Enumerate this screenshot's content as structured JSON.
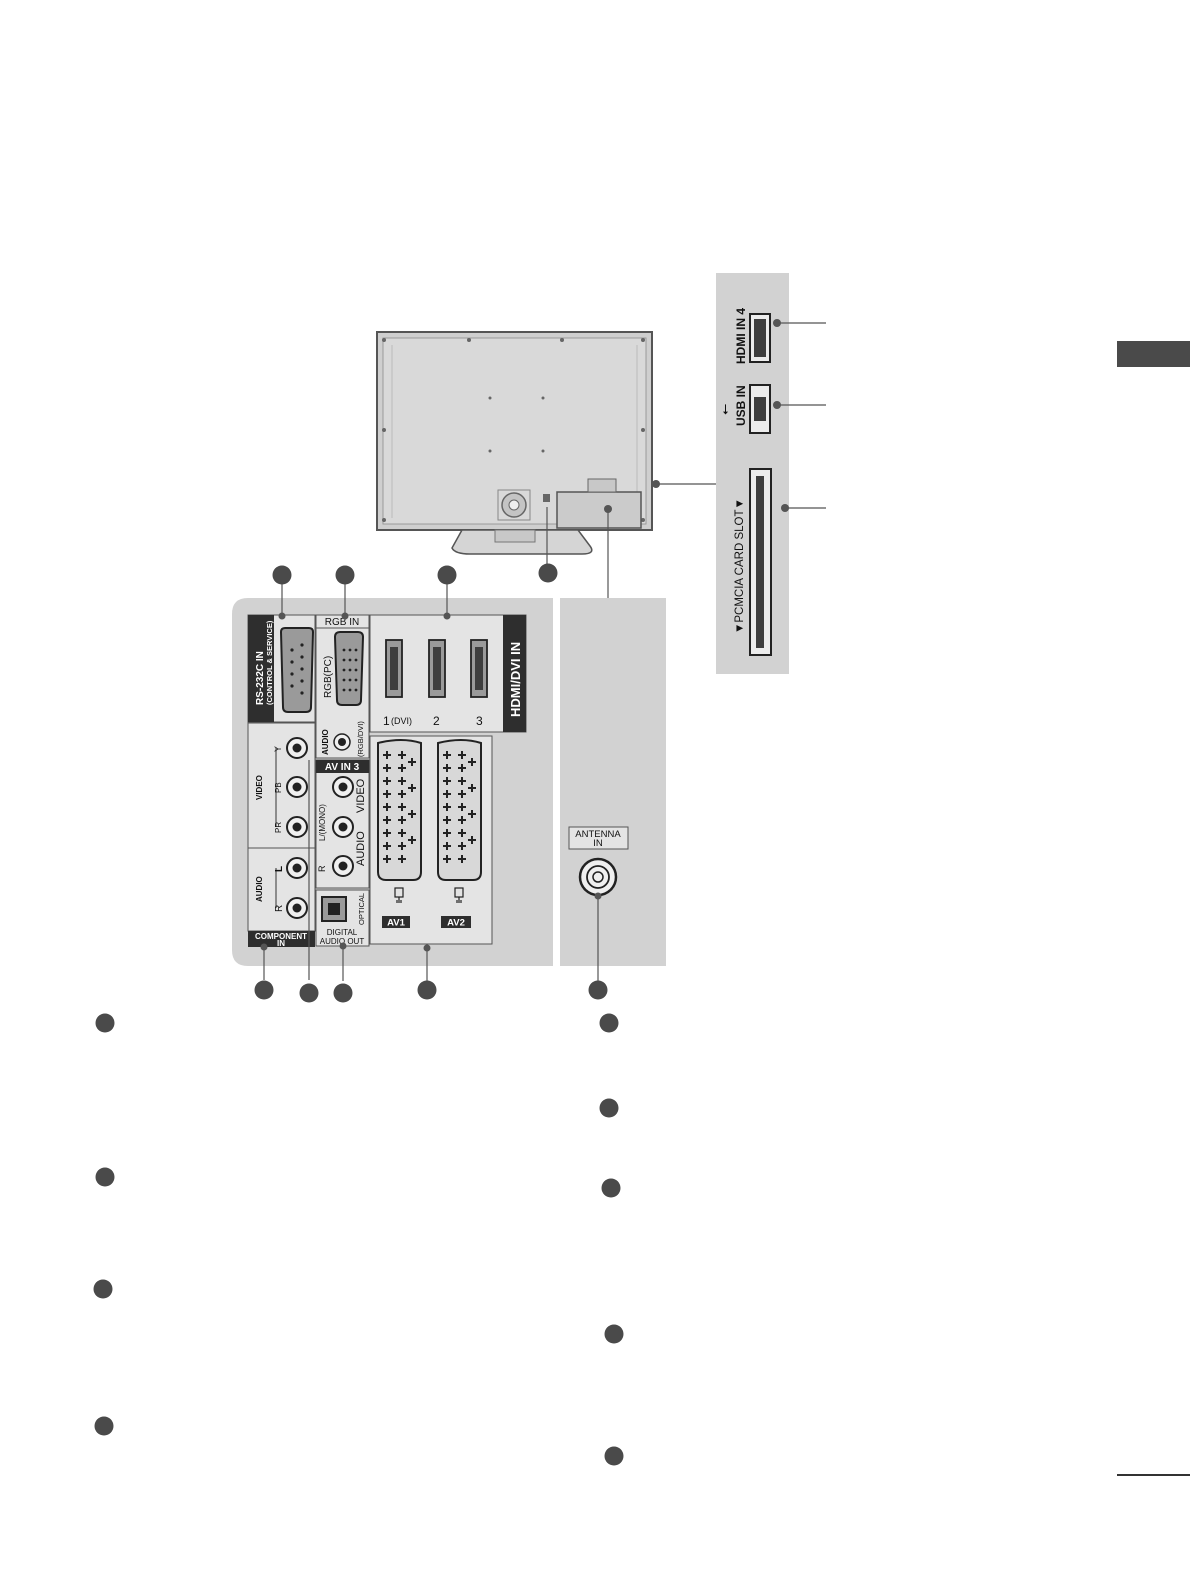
{
  "side_panel": {
    "hdmi_in_4": "HDMI IN 4",
    "usb_in": "USB IN",
    "usb_symbol": "⭠",
    "pcmcia": "▼PCMCIA CARD SLOT▼"
  },
  "rear_panel": {
    "rs232c_line1": "RS-232C IN",
    "rs232c_line2": "(CONTROL & SERVICE)",
    "rgb_in": "RGB IN",
    "rgb_pc": "RGB(PC)",
    "audio": "AUDIO",
    "rgb_dvi": "(RGB/DVI)",
    "hdmi_dvi_in": "HDMI/DVI IN",
    "hdmi_1": "1",
    "hdmi_1_sub": "(DVI)",
    "hdmi_2": "2",
    "hdmi_3": "3",
    "video": "VIDEO",
    "y": "Y",
    "pb": "PB",
    "pr": "PR",
    "component_audio": "AUDIO",
    "l": "L",
    "r": "R",
    "component_in_line1": "COMPONENT",
    "component_in_line2": "IN",
    "av_in_3": "AV IN 3",
    "av3_video": "VIDEO",
    "av3_lmono": "L/(MONO)",
    "av3_audio": "AUDIO",
    "av3_r": "R",
    "optical": "OPTICAL",
    "digital_audio_out_line1": "DIGITAL",
    "digital_audio_out_line2": "AUDIO OUT",
    "av1": "AV1",
    "av2": "AV2",
    "antenna_line1": "ANTENNA",
    "antenna_line2": "IN"
  },
  "colors": {
    "panel": "#d2d2d2",
    "bullet": "#4a4a4a",
    "tab": "#4a4a4a"
  }
}
